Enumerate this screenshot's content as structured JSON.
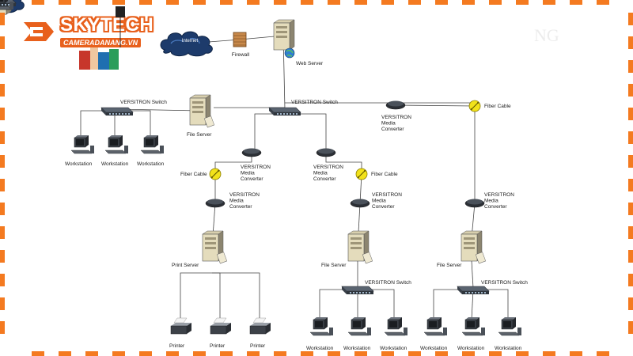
{
  "logo": {
    "title": "SKYTECH",
    "subtitle": "CAMERADANANG.VN",
    "brand_color": "#e8601c"
  },
  "watermark": "NG",
  "frame_color": "#f47a20",
  "nodes": [
    {
      "id": "internet",
      "type": "cloud",
      "label": "Internet"
    },
    {
      "id": "firewall",
      "type": "firewall",
      "label": "Firewall"
    },
    {
      "id": "webserver",
      "type": "server",
      "label": "Web Server"
    },
    {
      "id": "switch_main",
      "type": "switch",
      "label": "VERSITRON Switch"
    },
    {
      "id": "switch_left",
      "type": "switch",
      "label": "VERSITRON Switch"
    },
    {
      "id": "fileserver_top",
      "type": "server",
      "label": "File Server"
    },
    {
      "id": "ws1",
      "type": "workstation",
      "label": "Workstation"
    },
    {
      "id": "ws2",
      "type": "workstation",
      "label": "Workstation"
    },
    {
      "id": "ws3",
      "type": "workstation",
      "label": "Workstation"
    },
    {
      "id": "mc_top",
      "type": "converter",
      "label": "VERSITRON\nMedia\nConverter"
    },
    {
      "id": "fiber_right",
      "type": "fiber",
      "label": "Fiber Cable"
    },
    {
      "id": "mc_b1a",
      "type": "converter",
      "label": "VERSITRON\nMedia\nConverter"
    },
    {
      "id": "fiber_b1",
      "type": "fiber",
      "label": "Fiber Cable"
    },
    {
      "id": "mc_b1b",
      "type": "converter",
      "label": "VERSITRON\nMedia\nConverter"
    },
    {
      "id": "printserver",
      "type": "server",
      "label": "Print Server"
    },
    {
      "id": "pr1",
      "type": "printer",
      "label": "Printer"
    },
    {
      "id": "pr2",
      "type": "printer",
      "label": "Printer"
    },
    {
      "id": "pr3",
      "type": "printer",
      "label": "Printer"
    },
    {
      "id": "mc_b2a",
      "type": "converter",
      "label": "VERSITRON\nMedia\nConverter"
    },
    {
      "id": "fiber_b2",
      "type": "fiber",
      "label": "Fiber Cable"
    },
    {
      "id": "mc_b2b",
      "type": "converter",
      "label": "VERSITRON\nMedia\nConverter"
    },
    {
      "id": "fileserver_b2",
      "type": "server",
      "label": "File Server"
    },
    {
      "id": "switch_b2",
      "type": "switch",
      "label": "VERSITRON Switch"
    },
    {
      "id": "ws4",
      "type": "workstation",
      "label": "Workstation"
    },
    {
      "id": "ws5",
      "type": "workstation",
      "label": "Workstation"
    },
    {
      "id": "ws6",
      "type": "workstation",
      "label": "Workstation"
    },
    {
      "id": "mc_b3",
      "type": "converter",
      "label": "VERSITRON\nMedia\nConverter"
    },
    {
      "id": "fileserver_b3",
      "type": "server",
      "label": "File Server"
    },
    {
      "id": "switch_b3",
      "type": "switch",
      "label": "VERSITRON Switch"
    },
    {
      "id": "ws7",
      "type": "workstation",
      "label": "Workstation"
    },
    {
      "id": "ws8",
      "type": "workstation",
      "label": "Workstation"
    },
    {
      "id": "ws9",
      "type": "workstation",
      "label": "Workstation"
    }
  ],
  "edges": [
    [
      "internet",
      "firewall"
    ],
    [
      "firewall",
      "webserver"
    ],
    [
      "webserver",
      "switch_main"
    ],
    [
      "switch_main",
      "fileserver_top"
    ],
    [
      "fileserver_top",
      "switch_left"
    ],
    [
      "switch_left",
      "ws1"
    ],
    [
      "switch_left",
      "ws2"
    ],
    [
      "switch_left",
      "ws3"
    ],
    [
      "switch_main",
      "mc_top"
    ],
    [
      "mc_top",
      "fiber_right"
    ],
    [
      "fiber_right",
      "mc_b3"
    ],
    [
      "switch_main",
      "mc_b1a"
    ],
    [
      "mc_b1a",
      "fiber_b1"
    ],
    [
      "fiber_b1",
      "mc_b1b"
    ],
    [
      "mc_b1b",
      "printserver"
    ],
    [
      "printserver",
      "pr1"
    ],
    [
      "printserver",
      "pr2"
    ],
    [
      "printserver",
      "pr3"
    ],
    [
      "switch_main",
      "mc_b2a"
    ],
    [
      "mc_b2a",
      "fiber_b2"
    ],
    [
      "fiber_b2",
      "mc_b2b"
    ],
    [
      "mc_b2b",
      "fileserver_b2"
    ],
    [
      "fileserver_b2",
      "switch_b2"
    ],
    [
      "switch_b2",
      "ws4"
    ],
    [
      "switch_b2",
      "ws5"
    ],
    [
      "switch_b2",
      "ws6"
    ],
    [
      "mc_b3",
      "fileserver_b3"
    ],
    [
      "fileserver_b3",
      "switch_b3"
    ],
    [
      "switch_b3",
      "ws7"
    ],
    [
      "switch_b3",
      "ws8"
    ],
    [
      "switch_b3",
      "ws9"
    ]
  ]
}
